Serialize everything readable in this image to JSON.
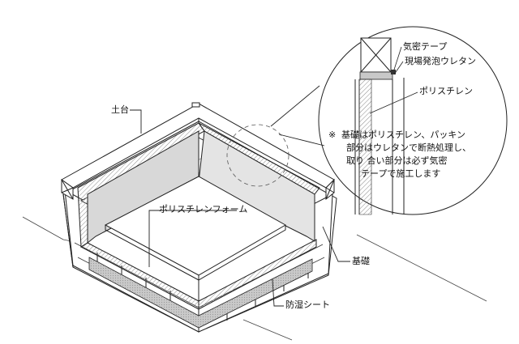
{
  "labels": {
    "sill": "土台",
    "polystyrene_foam": "ポリスチレンフォーム",
    "foundation": "基礎",
    "moisture_sheet": "防湿シート",
    "airtight_tape": "気密テープ",
    "onsite_urethane": "現場発泡ウレタン",
    "polystyrene": "ポリスチレン"
  },
  "note": {
    "mark": "※",
    "lines": [
      "基礎はポリスチレン、パッキン",
      "部分はウレタンで断熱処理し、",
      "取り 合い部分は必ず気密",
      "テープで施工します"
    ]
  }
}
